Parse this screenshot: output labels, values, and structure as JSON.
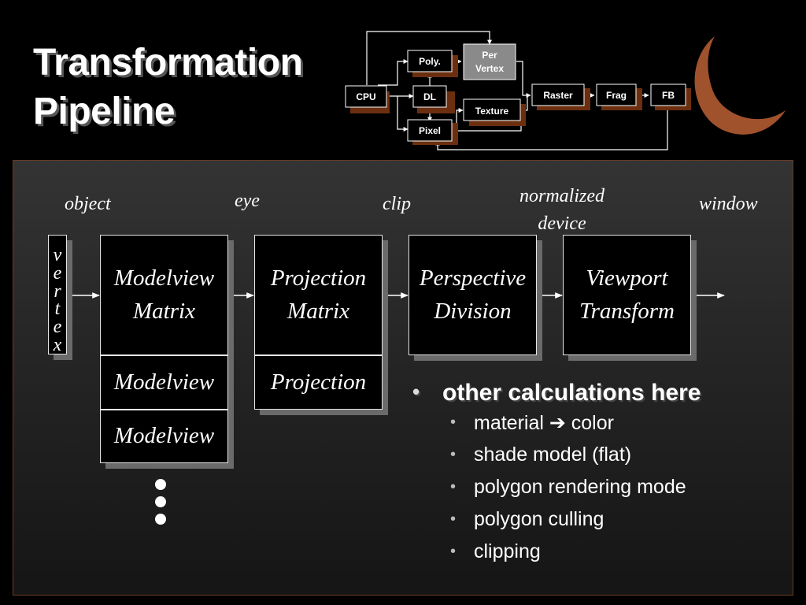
{
  "title": {
    "line1": "Transformation",
    "line2": "Pipeline"
  },
  "overview_diagram": {
    "nodes": {
      "cpu": "CPU",
      "dl": "DL",
      "poly": "Poly.",
      "per_vertex_1": "Per",
      "per_vertex_2": "Vertex",
      "pixel": "Pixel",
      "texture": "Texture",
      "raster": "Raster",
      "frag": "Frag",
      "fb": "FB"
    },
    "highlighted_node": "Per Vertex"
  },
  "coordinate_spaces": {
    "object": "object",
    "eye": "eye",
    "clip": "clip",
    "normalized_device_1": "normalized",
    "normalized_device_2": "device",
    "window": "window"
  },
  "vertex_letters": [
    "v",
    "e",
    "r",
    "t",
    "e",
    "x"
  ],
  "stages": {
    "modelview": {
      "line1": "Modelview",
      "line2": "Matrix"
    },
    "projection": {
      "line1": "Projection",
      "line2": "Matrix"
    },
    "perspective": {
      "line1": "Perspective",
      "line2": "Division"
    },
    "viewport": {
      "line1": "Viewport",
      "line2": "Transform"
    }
  },
  "stacks": {
    "modelview": [
      "Modelview",
      "Modelview"
    ],
    "projection": [
      "Projection"
    ]
  },
  "bullets": {
    "main": "other calculations here",
    "sub": [
      {
        "before": "material ",
        "arrow": "➔",
        "after": " color"
      },
      {
        "text": "shade model (flat)"
      },
      {
        "text": "polygon rendering mode"
      },
      {
        "text": "polygon culling"
      },
      {
        "text": "clipping"
      }
    ]
  },
  "colors": {
    "background": "#000000",
    "accent_moon": "#a0522d",
    "frame_border": "#6a3a20",
    "highlight_box": "#8a8a8a"
  }
}
